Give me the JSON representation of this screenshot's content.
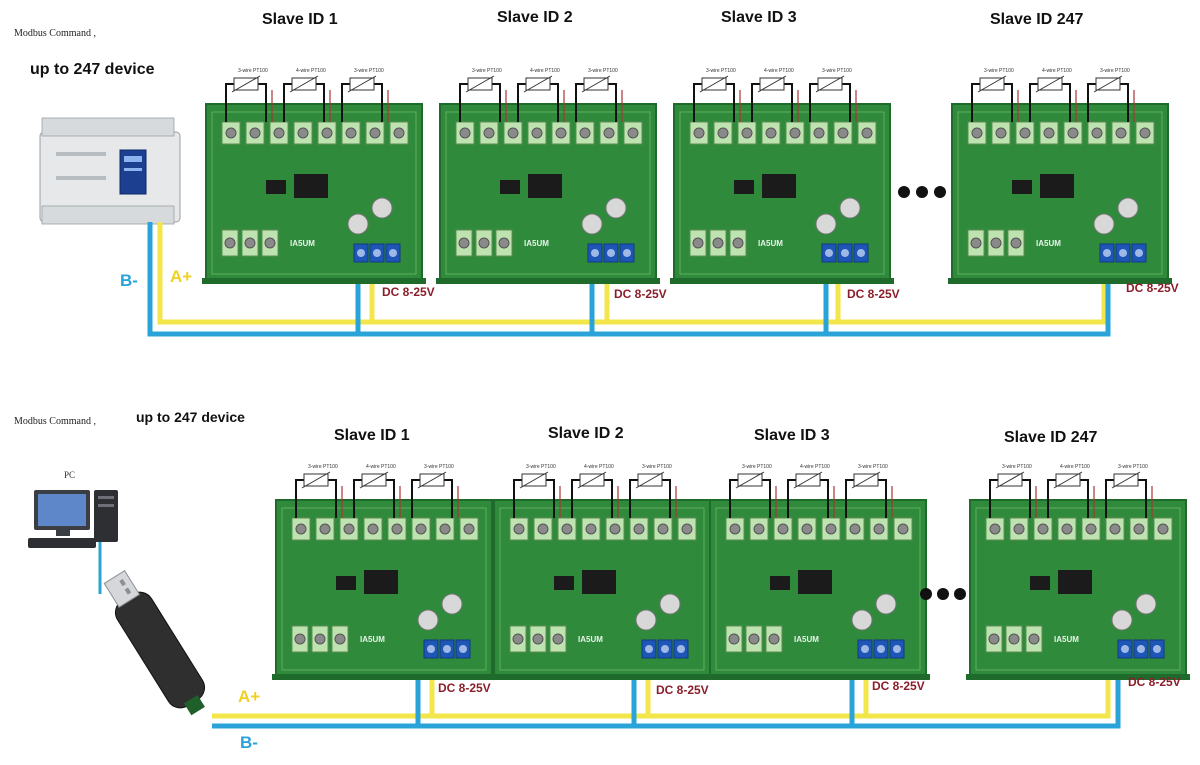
{
  "top": {
    "command_label": "Modbus Command ,",
    "capacity_label": "up to 247 device",
    "bus_a": "A+",
    "bus_b": "B-",
    "slaves": [
      {
        "title": "Slave ID 1",
        "power": "DC 8-25V"
      },
      {
        "title": "Slave ID 2",
        "power": "DC 8-25V"
      },
      {
        "title": "Slave ID 3",
        "power": "DC 8-25V"
      },
      {
        "title": "Slave ID 247",
        "power": "DC 8-25V"
      }
    ]
  },
  "bottom": {
    "command_label": "Modbus Command ,",
    "capacity_label": "up to 247 device",
    "pc_label": "PC",
    "bus_a": "A+",
    "bus_b": "B-",
    "slaves": [
      {
        "title": "Slave ID 1",
        "power": "DC 8-25V"
      },
      {
        "title": "Slave ID 2",
        "power": "DC 8-25V"
      },
      {
        "title": "Slave ID 3",
        "power": "DC 8-25V"
      },
      {
        "title": "Slave ID 247",
        "power": "DC 8-25V"
      }
    ]
  },
  "board": {
    "chip_label": "IA5UM",
    "sensors": [
      "3-wire PT100",
      "4-wire PT100",
      "3-wire PT100"
    ]
  },
  "colors": {
    "board_green": "#2f8a3c",
    "rail_green": "#1f6b2c",
    "terminal_green": "#bfe3b0",
    "line_a_yellow": "#f3e64b",
    "line_b_blue": "#2aa3d8",
    "bus_a_label": "#f0d020",
    "bus_b_label": "#2aa3d8",
    "power_label": "#8b1e2b"
  },
  "icons": {
    "plc": "plc-controller-icon",
    "pc": "desktop-computer-icon",
    "usb": "usb-rs485-adapter-icon",
    "ellipsis": "ellipsis-icon"
  }
}
